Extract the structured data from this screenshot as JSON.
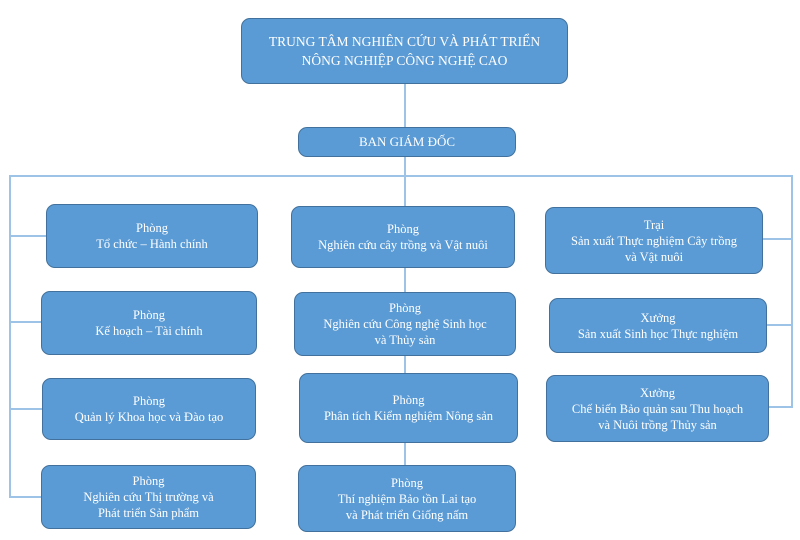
{
  "root": {
    "line1": "TRUNG TÂM NGHIÊN CỨU VÀ PHÁT TRIỂN",
    "line2": "NÔNG NGHIỆP CÔNG NGHỆ CAO"
  },
  "board": "BAN GIÁM ĐỐC",
  "left": [
    {
      "type": "Phòng",
      "lines": [
        "Tổ chức – Hành chính"
      ]
    },
    {
      "type": "Phòng",
      "lines": [
        "Kế hoạch – Tài chính"
      ]
    },
    {
      "type": "Phòng",
      "lines": [
        "Quản lý Khoa học và Đào tạo"
      ]
    },
    {
      "type": "Phòng",
      "lines": [
        "Nghiên cứu Thị trường và",
        "Phát triển Sản phẩm"
      ]
    }
  ],
  "center": [
    {
      "type": "Phòng",
      "lines": [
        "Nghiên cứu cây trồng và Vật nuôi"
      ]
    },
    {
      "type": "Phòng",
      "lines": [
        "Nghiên cứu Công nghệ Sinh học",
        "và Thủy sản"
      ]
    },
    {
      "type": "Phòng",
      "lines": [
        "Phân tích Kiểm nghiệm Nông sản"
      ]
    },
    {
      "type": "Phòng",
      "lines": [
        "Thí nghiệm Bảo tồn Lai tạo",
        "và Phát triển Giống nấm"
      ]
    }
  ],
  "right": [
    {
      "type": "Trại",
      "lines": [
        "Sản xuất Thực nghiệm Cây trồng",
        "và Vật nuôi"
      ]
    },
    {
      "type": "Xưởng",
      "lines": [
        "Sản xuất Sinh học Thực nghiệm"
      ]
    },
    {
      "type": "Xưởng",
      "lines": [
        "Chế biến Bảo quản sau Thu hoạch",
        "và Nuôi trồng Thủy sản"
      ]
    }
  ]
}
